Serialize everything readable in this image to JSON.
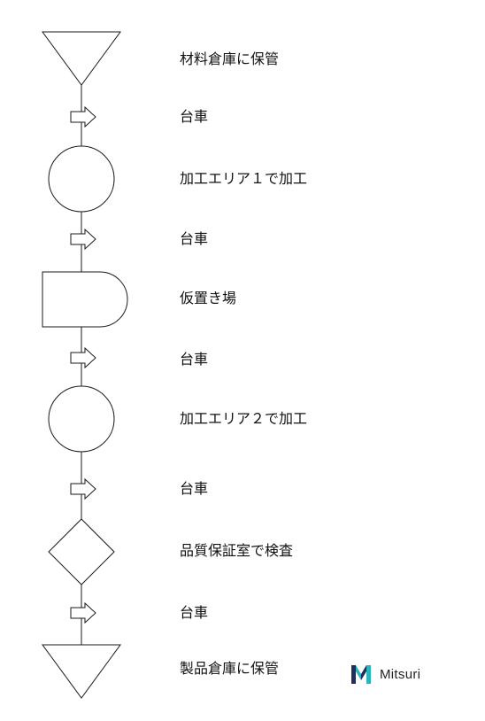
{
  "steps": [
    {
      "symbol": "storage-triangle",
      "label": "材料倉庫に保管"
    },
    {
      "symbol": "transport-arrow",
      "label": "台車"
    },
    {
      "symbol": "process-circle",
      "label": "加工エリア１で加工"
    },
    {
      "symbol": "transport-arrow",
      "label": "台車"
    },
    {
      "symbol": "stagnation-d-shape",
      "label": "仮置き場"
    },
    {
      "symbol": "transport-arrow",
      "label": "台車"
    },
    {
      "symbol": "process-circle",
      "label": "加工エリア２で加工"
    },
    {
      "symbol": "transport-arrow",
      "label": "台車"
    },
    {
      "symbol": "inspection-diamond",
      "label": "品質保証室で検査"
    },
    {
      "symbol": "transport-arrow",
      "label": "台車"
    },
    {
      "symbol": "storage-triangle",
      "label": "製品倉庫に保管"
    }
  ],
  "brand": {
    "name": "Mitsuri",
    "icon": "mitsuri-logo-icon",
    "colors": [
      "#2bb3c0",
      "#1f2f5f"
    ]
  }
}
